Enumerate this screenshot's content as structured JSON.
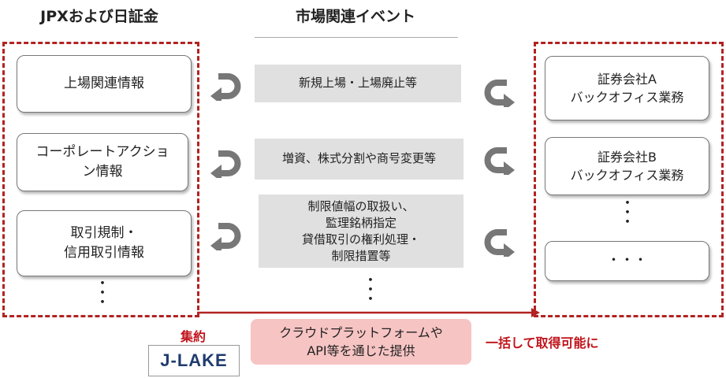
{
  "colors": {
    "accent_red": "#b22222",
    "gray_arrow": "#777777",
    "pink": "#f7c4c4",
    "logo_blue": "#1f3b6e"
  },
  "headings": {
    "left": "JPXおよび日証金",
    "center": "市場関連イベント"
  },
  "left_boxes": [
    {
      "label": "上場関連情報"
    },
    {
      "label": "コーポレートアクショ\nン情報"
    },
    {
      "label": "取引規制・\n信用取引情報"
    }
  ],
  "left_dots": "・\n・\n・",
  "events": [
    {
      "label": "新規上場・上場廃止等"
    },
    {
      "label": "増資、株式分割や商号変更等"
    },
    {
      "label": "制限値幅の取扱い、\n監理銘柄指定\n貸借取引の権利処理・\n制限措置等"
    }
  ],
  "event_dots": "・\n・\n・",
  "right_boxes": [
    {
      "label": "証券会社A\nバックオフィス業務"
    },
    {
      "label": "証券会社B\nバックオフィス業務"
    },
    {
      "label": "・・・"
    }
  ],
  "right_dots": "・\n・\n・",
  "bottom": {
    "aggregate": "集約",
    "logo": "J-LAKE",
    "platform": "クラウドプラットフォームや\nAPI等を通じた提供",
    "result": "一括して取得可能に"
  },
  "icons": [
    "u-turn-arrow-left-icon",
    "u-turn-arrow-right-icon",
    "right-arrow-icon"
  ]
}
